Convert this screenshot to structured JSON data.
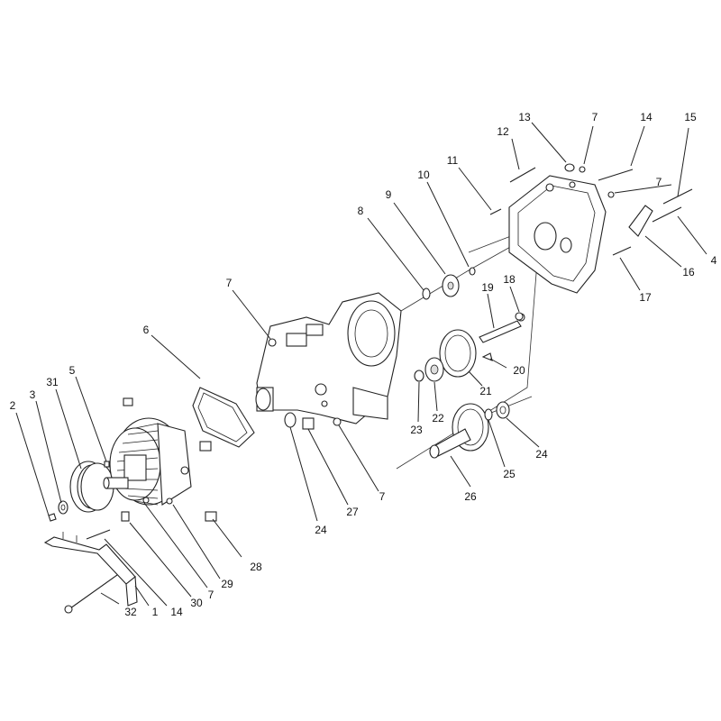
{
  "callouts": [
    {
      "id": "c1",
      "text": "1"
    },
    {
      "id": "c2",
      "text": "2"
    },
    {
      "id": "c3",
      "text": "3"
    },
    {
      "id": "c4",
      "text": "4"
    },
    {
      "id": "c5",
      "text": "5"
    },
    {
      "id": "c6",
      "text": "6"
    },
    {
      "id": "c7a",
      "text": "7"
    },
    {
      "id": "c7b",
      "text": "7"
    },
    {
      "id": "c7c",
      "text": "7"
    },
    {
      "id": "c7d",
      "text": "7"
    },
    {
      "id": "c7e",
      "text": "7"
    },
    {
      "id": "c8",
      "text": "8"
    },
    {
      "id": "c9",
      "text": "9"
    },
    {
      "id": "c10",
      "text": "10"
    },
    {
      "id": "c11",
      "text": "11"
    },
    {
      "id": "c12",
      "text": "12"
    },
    {
      "id": "c13",
      "text": "13"
    },
    {
      "id": "c14a",
      "text": "14"
    },
    {
      "id": "c14b",
      "text": "14"
    },
    {
      "id": "c15",
      "text": "15"
    },
    {
      "id": "c16",
      "text": "16"
    },
    {
      "id": "c17",
      "text": "17"
    },
    {
      "id": "c18",
      "text": "18"
    },
    {
      "id": "c19",
      "text": "19"
    },
    {
      "id": "c20",
      "text": "20"
    },
    {
      "id": "c21",
      "text": "21"
    },
    {
      "id": "c22",
      "text": "22"
    },
    {
      "id": "c23",
      "text": "23"
    },
    {
      "id": "c24a",
      "text": "24"
    },
    {
      "id": "c24b",
      "text": "24"
    },
    {
      "id": "c25",
      "text": "25"
    },
    {
      "id": "c26",
      "text": "26"
    },
    {
      "id": "c27",
      "text": "27"
    },
    {
      "id": "c28",
      "text": "28"
    },
    {
      "id": "c29",
      "text": "29"
    },
    {
      "id": "c30",
      "text": "30"
    },
    {
      "id": "c31",
      "text": "31"
    },
    {
      "id": "c32",
      "text": "32"
    }
  ]
}
